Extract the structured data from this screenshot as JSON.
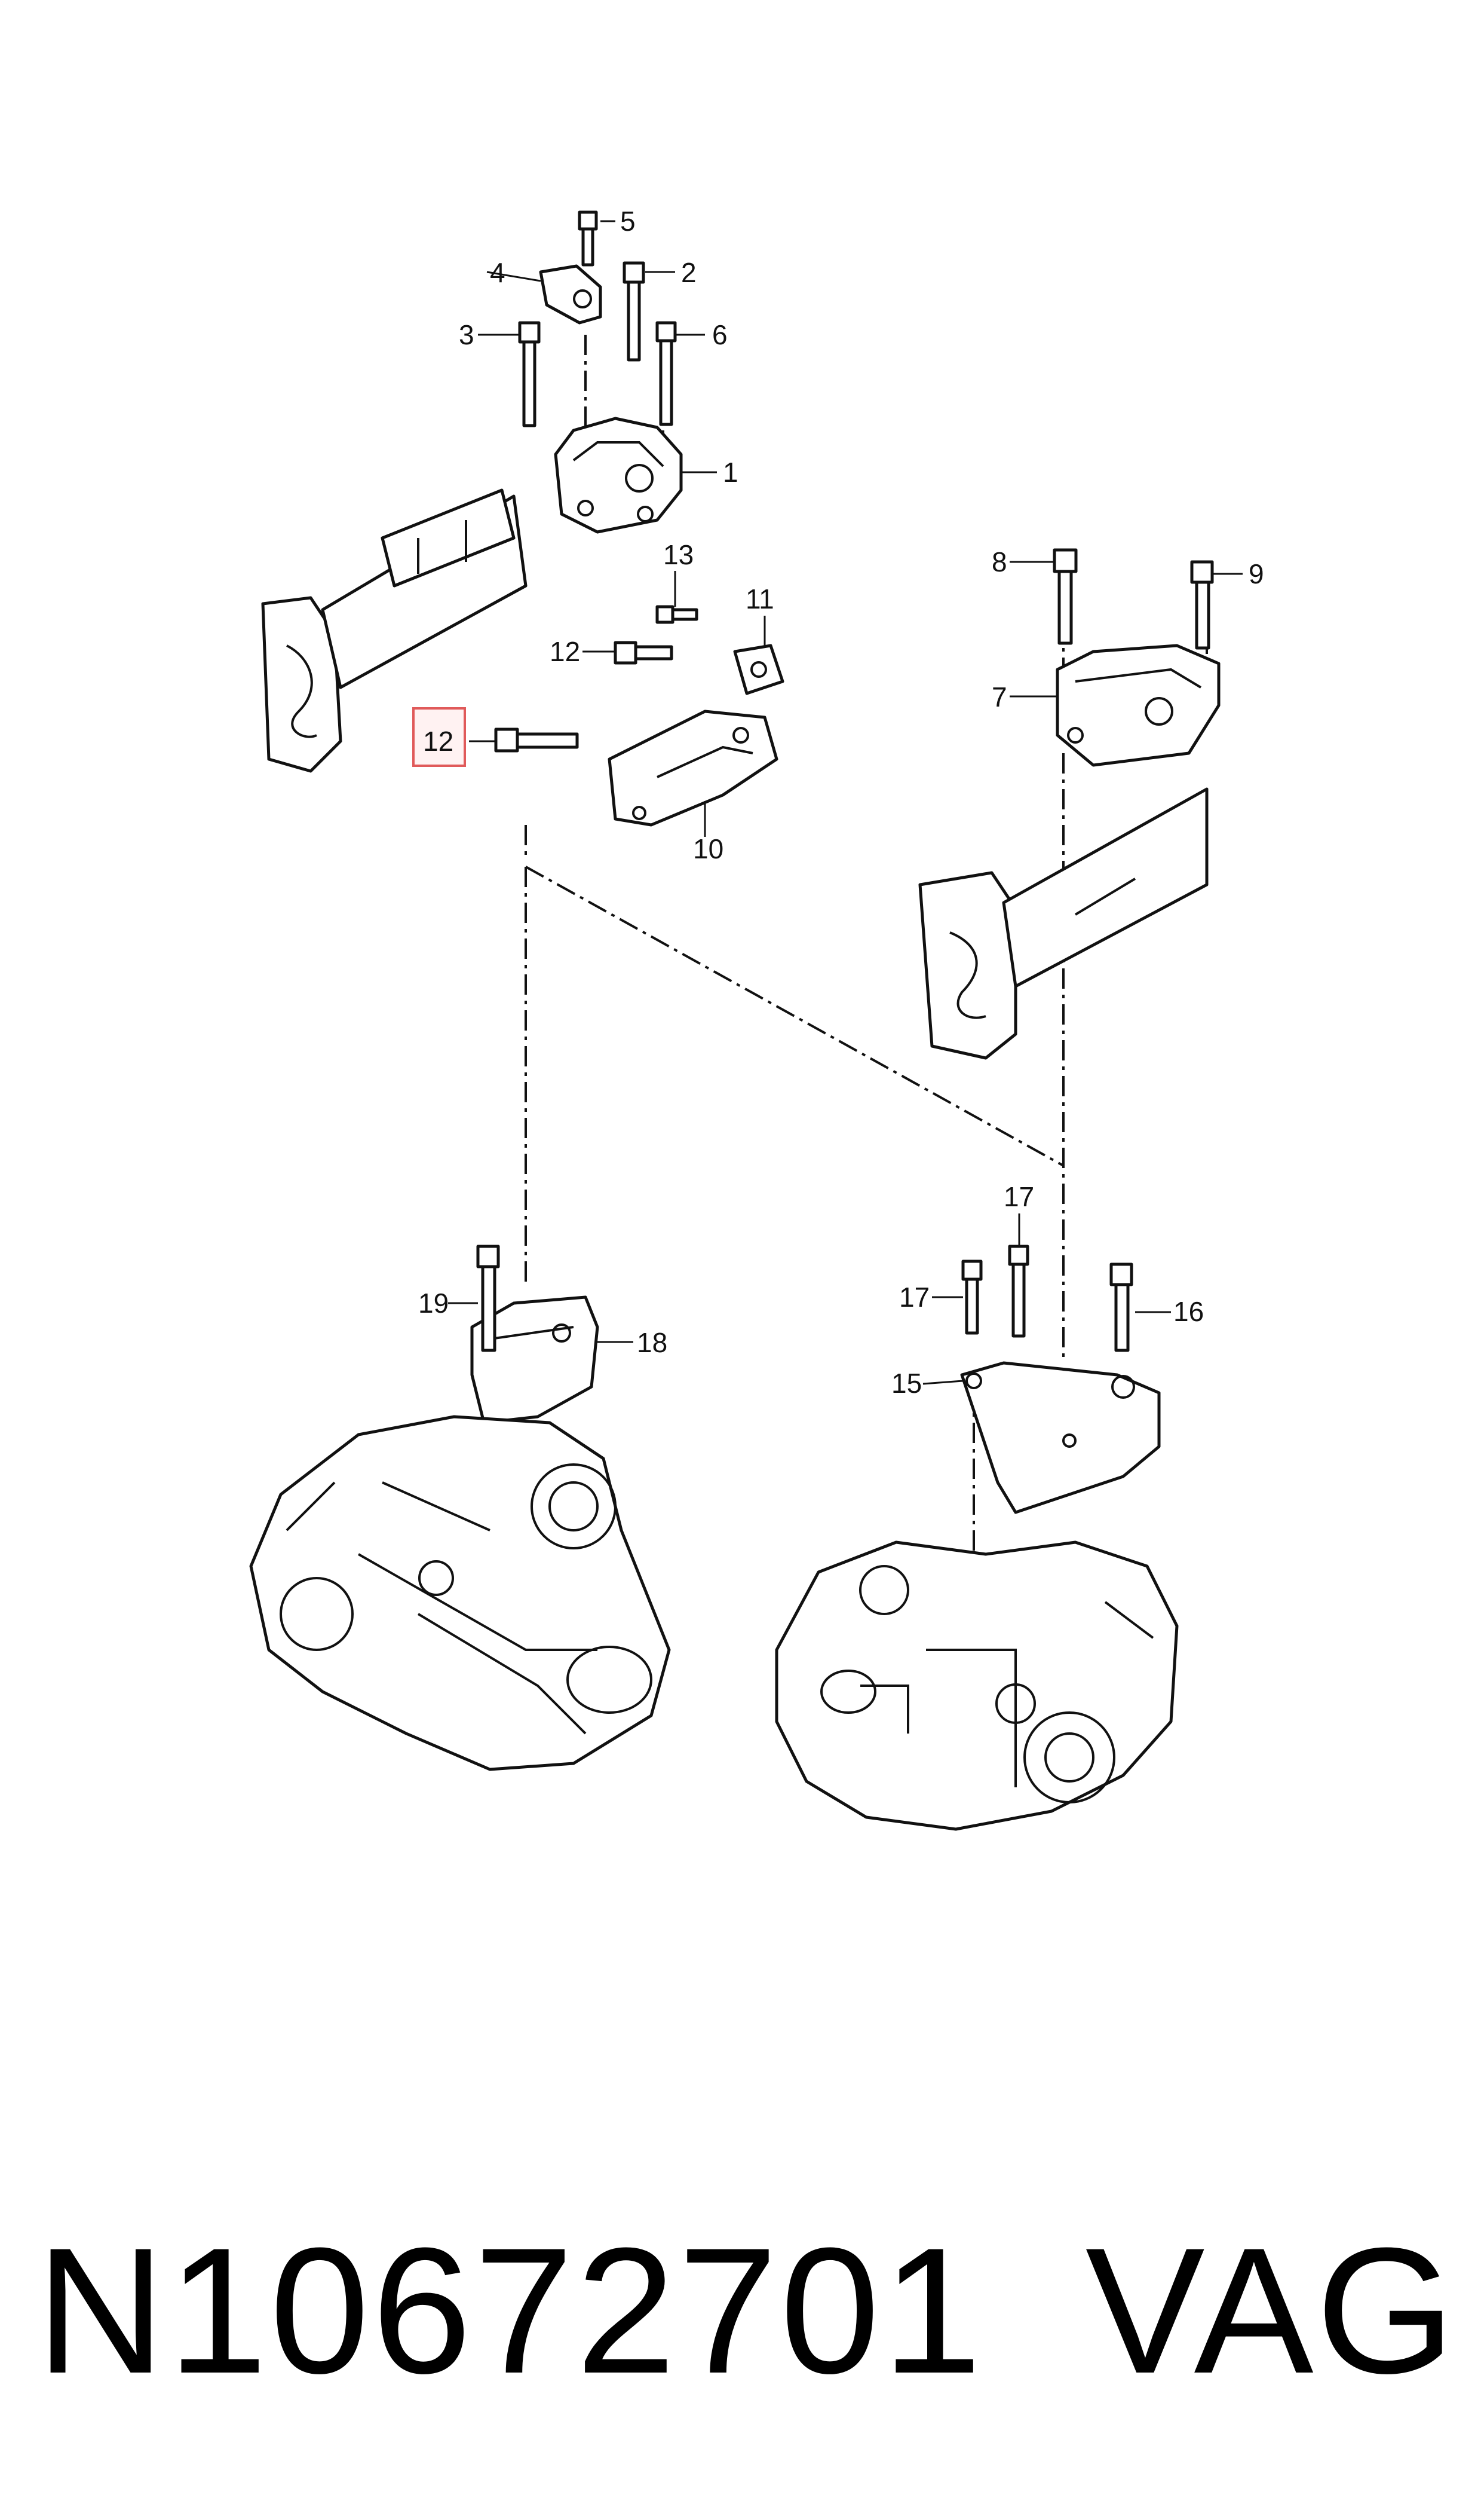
{
  "diagram": {
    "callouts": [
      {
        "id": "c1",
        "label": "1"
      },
      {
        "id": "c2",
        "label": "2"
      },
      {
        "id": "c3",
        "label": "3"
      },
      {
        "id": "c4",
        "label": "4"
      },
      {
        "id": "c5",
        "label": "5"
      },
      {
        "id": "c6",
        "label": "6"
      },
      {
        "id": "c7",
        "label": "7"
      },
      {
        "id": "c8",
        "label": "8"
      },
      {
        "id": "c9",
        "label": "9"
      },
      {
        "id": "c10",
        "label": "10"
      },
      {
        "id": "c11",
        "label": "11"
      },
      {
        "id": "c12a",
        "label": "12"
      },
      {
        "id": "c12b",
        "label": "12"
      },
      {
        "id": "c13",
        "label": "13"
      },
      {
        "id": "c15",
        "label": "15"
      },
      {
        "id": "c16",
        "label": "16"
      },
      {
        "id": "c17a",
        "label": "17"
      },
      {
        "id": "c17b",
        "label": "17"
      },
      {
        "id": "c18",
        "label": "18"
      },
      {
        "id": "c19",
        "label": "19"
      }
    ],
    "highlighted_callout": "12",
    "highlight_color": "#e05a5a"
  },
  "footer": {
    "part_number": "N10672701",
    "brand": "VAG"
  }
}
